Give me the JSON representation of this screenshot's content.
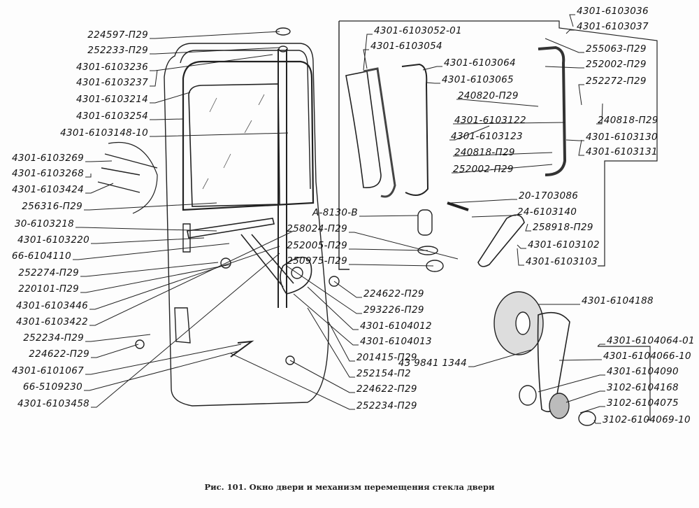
{
  "caption": "Рис. 101. Окно двери и механизм перемещения стекла двери",
  "labels_left": [
    "224597-П29",
    "252233-П29",
    "4301-6103236",
    "4301-6103237",
    "4301-6103214",
    "4301-6103254",
    "4301-6103148-10",
    "4301-6103269",
    "4301-6103268",
    "4301-6103424",
    "256316-П29",
    "30-6103218",
    "4301-6103220",
    "66-6104110",
    "252274-П29",
    "220101-П29",
    "4301-6103446",
    "4301-6103422",
    "252234-П29",
    "224622-П29",
    "4301-6101067",
    "66-5109230",
    "4301-6103458"
  ],
  "labels_right": [
    "4301-6103052-01",
    "4301-6103054",
    "4301-6103064",
    "4301-6103065",
    "240820-П29",
    "4301-6103122",
    "4301-6103123",
    "240818-П29",
    "252002-П29",
    "4301-6103036",
    "4301-6103037",
    "255063-П29",
    "252002-П29",
    "252272-П29",
    "240818-П29",
    "4301-6103130",
    "4301-6103131",
    "20-1703086",
    "24-6103140",
    "258918-П29",
    "4301-6103102",
    "4301-6103103",
    "А-8130-В",
    "258024-П29",
    "252005-П29",
    "250975-П29",
    "224622-П29",
    "293226-П29",
    "4301-6104012",
    "4301-6104013",
    "201415-П29",
    "252154-П2",
    "224622-П29",
    "252234-П29",
    "4301-6104188",
    "4301-6104064-01",
    "4301-6104066-10",
    "43 9841 1344",
    "4301-6104090",
    "3102-6104168",
    "3102-6104075",
    "3102-6104069-10"
  ]
}
